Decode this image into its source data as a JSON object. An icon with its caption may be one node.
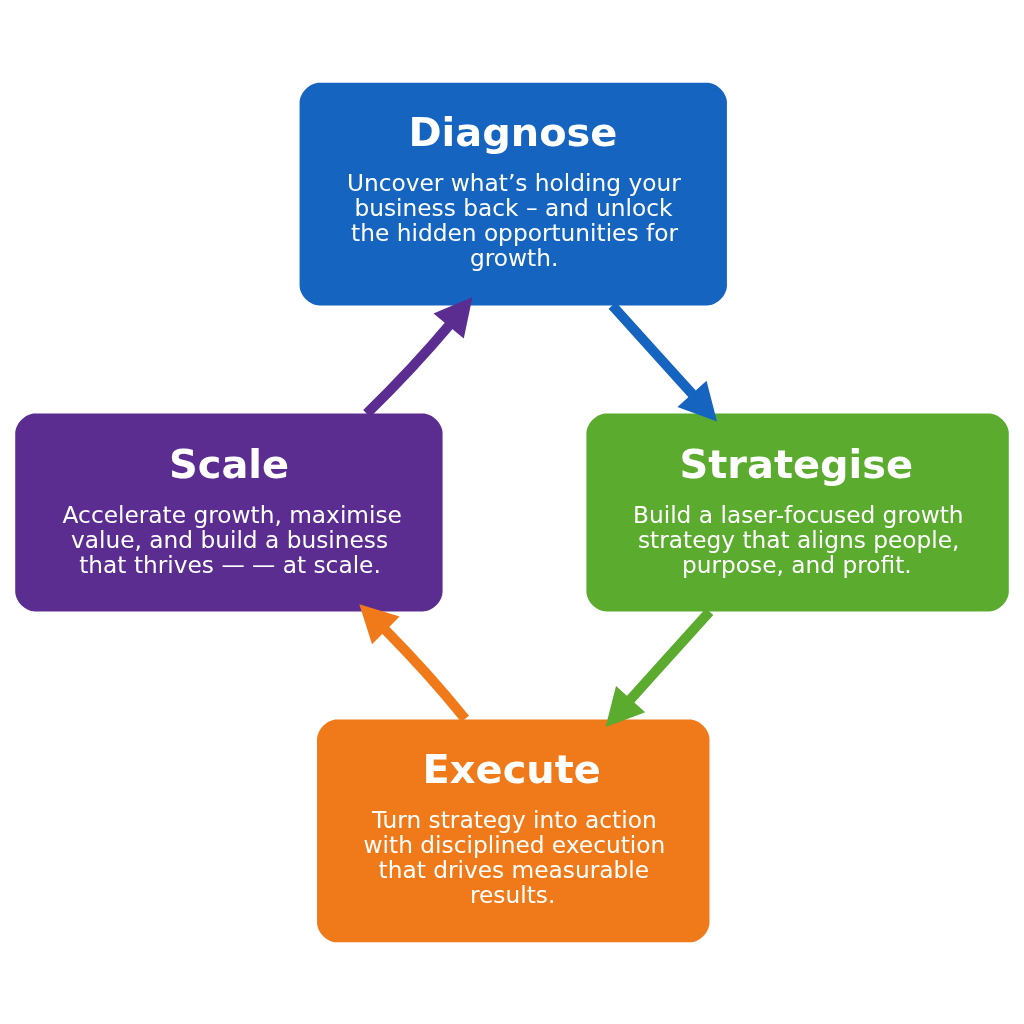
{
  "diagram": {
    "nodes": [
      {
        "text": [
          "Diagnose",
          "Uncover what’s holding your business back – and unlock the hidden opportunities for growth."
        ]
      },
      {
        "text": [
          "Strategise",
          "Build a laser-focused growth strategy that aligns people, purpose, and profit."
        ]
      },
      {
        "text": [
          "Execute",
          "Turn strategy into action with disciplined execution that drives measurable results."
        ]
      },
      {
        "text": [
          "Scale",
          "Accelerate growth, maximise value, and build a business that thrives — — at scale."
        ]
      }
    ],
    "edges": [
      {
        "from": 0,
        "to": 1,
        "arrow": "to",
        "color": "#1565c0"
      },
      {
        "from": 1,
        "to": 2,
        "arrow": "to",
        "color": "#5aab2e"
      },
      {
        "from": 2,
        "to": 3,
        "arrow": "to",
        "color": "#f07a1a"
      },
      {
        "from": 3,
        "to": 0,
        "arrow": "to",
        "color": "#5b2d91"
      }
    ]
  }
}
